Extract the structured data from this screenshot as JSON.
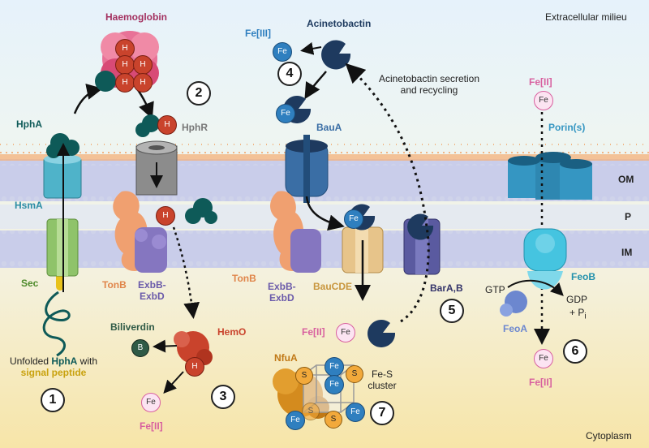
{
  "regions": {
    "extracellular": "Extracellular milieu",
    "cytoplasm": "Cytoplasm",
    "om": "OM",
    "p": "P",
    "im": "IM"
  },
  "labels": {
    "haemoglobin": "Haemoglobin",
    "hphA": "HphA",
    "hsmA": "HsmA",
    "sec": "Sec",
    "hphR": "HphR",
    "tonB1": "TonB",
    "exbB1": "ExbB-",
    "exbD1": "ExbD",
    "tonB2": "TonB",
    "exbB2": "ExbB-",
    "exbD2": "ExbD",
    "acinetobactin": "Acinetobactin",
    "fe3": "Fe[III]",
    "bauA": "BauA",
    "bauCDE": "BauCDE",
    "secretion": "Acinetobactin secretion and recycling",
    "barAB": "BarA,B",
    "fe2_top": "Fe[II]",
    "porins": "Porin(s)",
    "feoB": "FeoB",
    "feoA": "FeoA",
    "gtp": "GTP",
    "gdp": "GDP",
    "pi": "+ P",
    "pi_sub": "i",
    "biliverdin": "Biliverdin",
    "hemO": "HemO",
    "fe2_hemo": "Fe[II]",
    "fe2_mid": "Fe[II]",
    "fe2_feo": "Fe[II]",
    "unfolded_pre": "Unfolded ",
    "unfolded_name": "HphA",
    "unfolded_post": " with",
    "signal": "signal peptide",
    "nfuA": "NfuA",
    "fes": "Fe-S cluster"
  },
  "steps": [
    "1",
    "2",
    "3",
    "4",
    "5",
    "6",
    "7"
  ],
  "ion_text": {
    "fe": "Fe",
    "heme": "H",
    "sulfur": "S",
    "biliverdin": "B"
  },
  "colors": {
    "hsmA": "#4fb3c9",
    "sec": "#8fc36a",
    "hphR": "#8c8c8c",
    "tonB": "#f0a070",
    "exb": "#8576c0",
    "bauA": "#3a6ea5",
    "bauCDE": "#e7c48a",
    "barAB": "#5a5aa0",
    "porin": "#3596c2",
    "feoB": "#45c4e0",
    "heme": "#c9432c",
    "fe3": "#2f7fbf",
    "fe2": "#fce4f2",
    "haemoglobin": "#e85a86",
    "signal": "#e8c21a",
    "nfuA": "#d48b1e"
  }
}
